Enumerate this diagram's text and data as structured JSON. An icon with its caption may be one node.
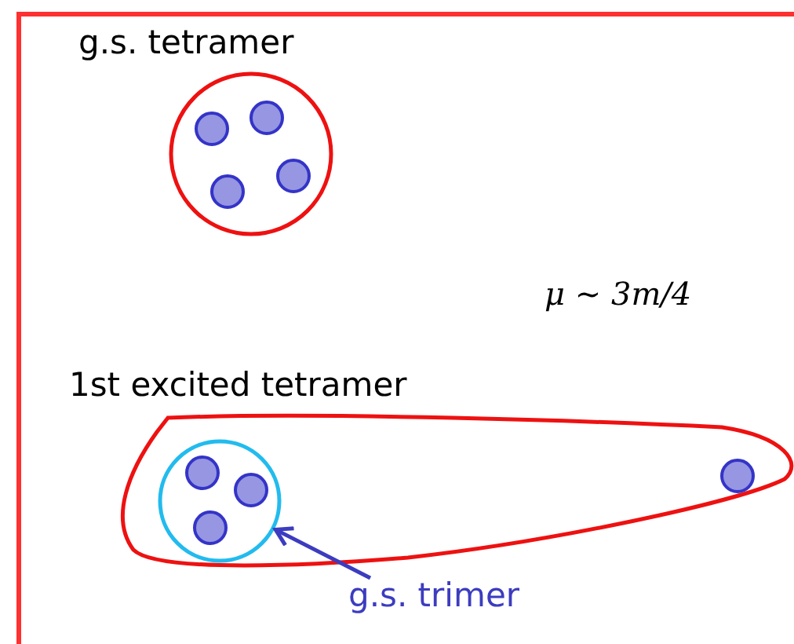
{
  "diagram": {
    "nodes": [
      {
        "text": [
          "g.s. tetramer"
        ]
      },
      {
        "text": [],
        "shape": "circle",
        "in": 0
      },
      {
        "text": [],
        "shape": "circle",
        "in": 0
      },
      {
        "text": [],
        "shape": "circle",
        "in": 0
      },
      {
        "text": [],
        "shape": "circle",
        "in": 0
      },
      {
        "text": [
          "1st excited tetramer"
        ]
      },
      {
        "text": [],
        "shape": "circle",
        "in": 5
      },
      {
        "text": [
          "g.s. trimer"
        ]
      },
      {
        "text": [],
        "shape": "circle",
        "in": 6
      },
      {
        "text": [],
        "shape": "circle",
        "in": 6
      },
      {
        "text": [],
        "shape": "circle",
        "in": 6
      },
      {
        "text": [],
        "shape": "circle",
        "in": 5
      }
    ],
    "edges": [
      {
        "from": 7,
        "to": 6,
        "arrow": "to"
      }
    ],
    "labels": [
      "μ ∼ 3m/4"
    ]
  }
}
